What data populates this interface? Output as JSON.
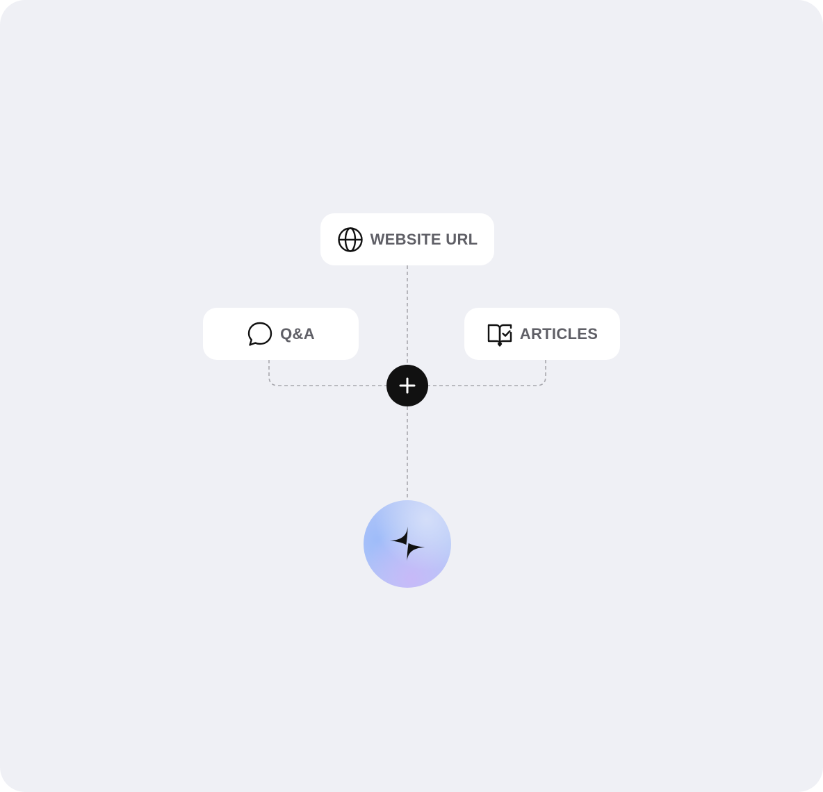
{
  "nodes": {
    "website": {
      "label": "WEBSITE URL",
      "icon": "globe-icon"
    },
    "qa": {
      "label": "Q&A",
      "icon": "chat-bubble-icon"
    },
    "articles": {
      "label": "ARTICLES",
      "icon": "book-check-icon"
    },
    "combine": {
      "icon": "plus-icon"
    },
    "assistant": {
      "icon": "sparkle-icon"
    }
  },
  "colors": {
    "background": "#eff0f5",
    "card": "#ffffff",
    "label_text": "#5f5f66",
    "connector": "#a7a7ad",
    "plus_node": "#111111",
    "assistant_gradient": [
      "#9fbcf9",
      "#d4def9",
      "#c7b9f8"
    ]
  }
}
